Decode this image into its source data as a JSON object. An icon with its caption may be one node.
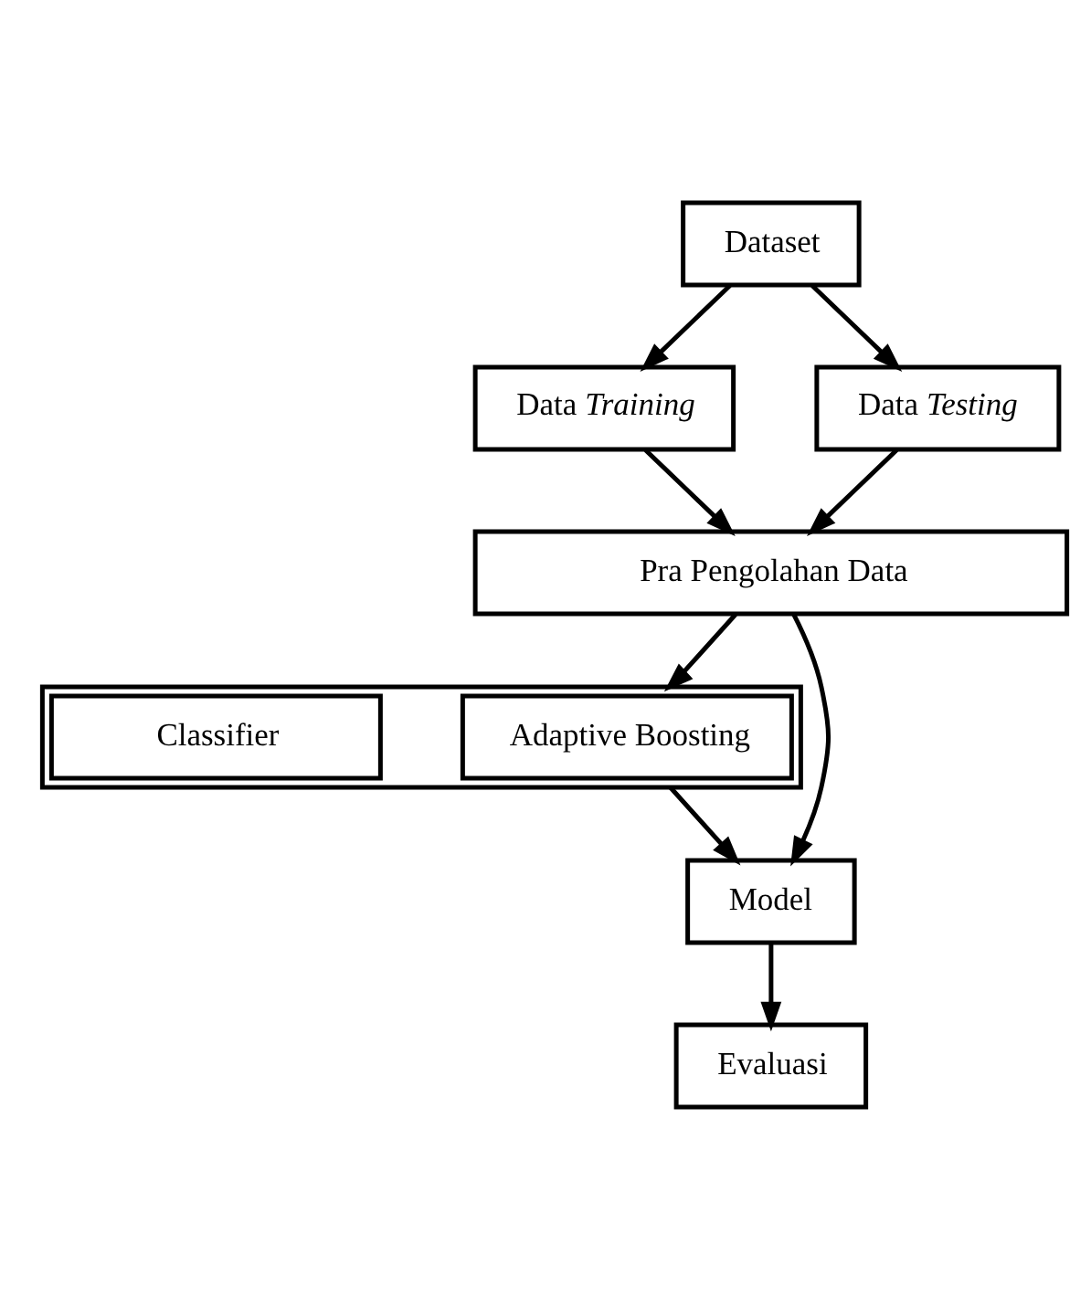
{
  "diagram": {
    "nodes": [
      {
        "text": [
          "Dataset"
        ]
      },
      {
        "text": [
          "Data *Training*"
        ]
      },
      {
        "text": [
          "Data *Testing*"
        ]
      },
      {
        "text": [
          "Pra Pengolahan Data"
        ]
      },
      {
        "text": [],
        "shape": "box"
      },
      {
        "text": [
          "Adaptive Boosting"
        ],
        "in": 4
      },
      {
        "text": [
          "Classifier"
        ],
        "in": 4
      },
      {
        "text": [
          "Model"
        ]
      },
      {
        "text": [
          "Evaluasi"
        ]
      }
    ],
    "edges": [
      {
        "from": 0,
        "to": 1,
        "arrow": "to"
      },
      {
        "from": 0,
        "to": 2,
        "arrow": "to"
      },
      {
        "from": 1,
        "to": 3,
        "arrow": "to"
      },
      {
        "from": 2,
        "to": 3,
        "arrow": "to"
      },
      {
        "from": 3,
        "to": 4,
        "arrow": "to"
      },
      {
        "from": 3,
        "to": 7,
        "arrow": "to"
      },
      {
        "from": 4,
        "to": 7,
        "arrow": "to"
      },
      {
        "from": 7,
        "to": 8,
        "arrow": "to"
      }
    ]
  }
}
